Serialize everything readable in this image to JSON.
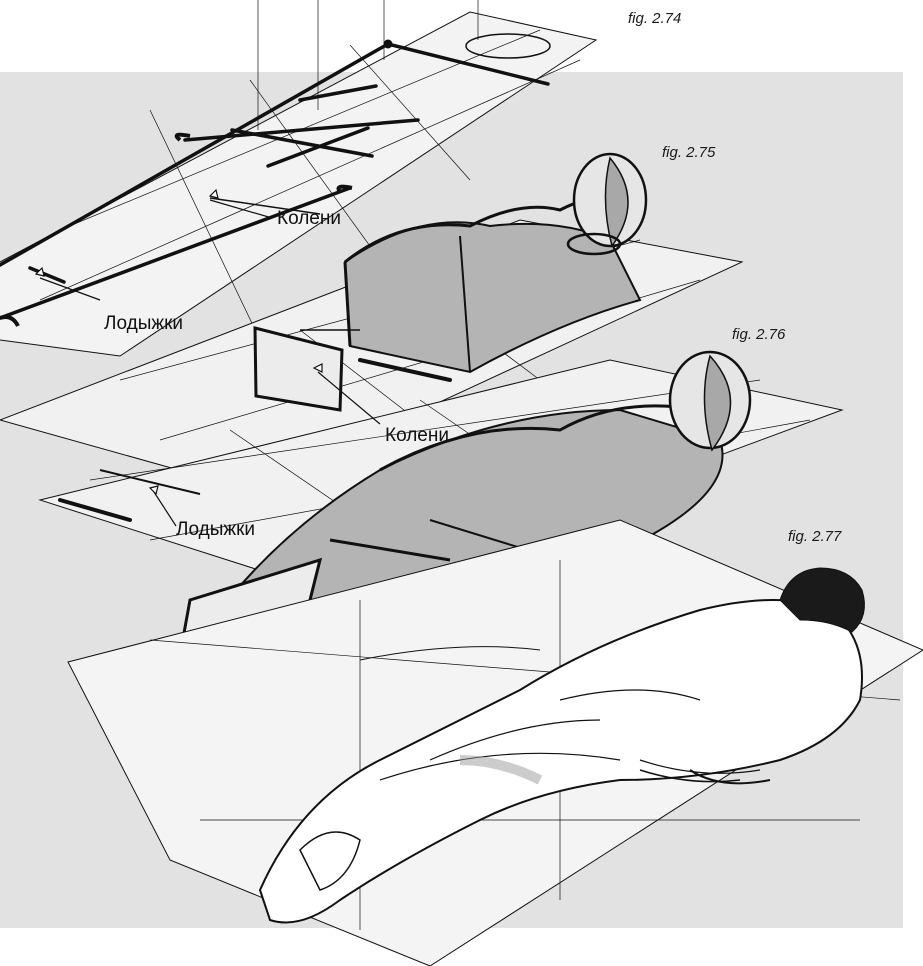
{
  "figures": {
    "fig_274": "fig. 2.74",
    "fig_275": "fig. 2.75",
    "fig_276": "fig. 2.76",
    "fig_277": "fig. 2.77"
  },
  "labels": {
    "knees_1": "Колени",
    "ankles_1": "Лодыжки",
    "knees_2": "Колени",
    "ankles_2": "Лодыжки"
  },
  "colors": {
    "panel_gray": "#e2e2e2",
    "shade_gray": "#b4b4b4",
    "ink": "#111111",
    "hair": "#1a1a1a"
  }
}
